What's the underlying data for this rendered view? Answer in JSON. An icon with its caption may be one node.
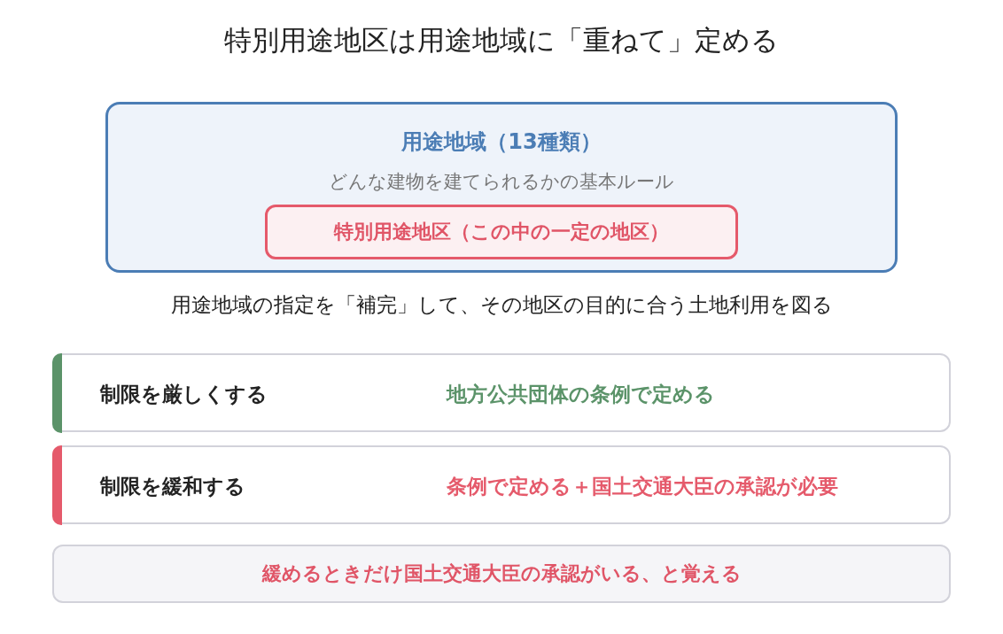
{
  "diagram": {
    "title": "特別用途地区は用途地域に「重ねて」定める",
    "nodes": [
      {
        "text": [
          "用途地域（13種類）",
          "どんな建物を建てられるかの基本ルール"
        ]
      },
      {
        "text": [
          "特別用途地区（この中の一定の地区）"
        ],
        "in": 0
      },
      {
        "text": [
          "制限を厳しくする",
          "地方公共団体の条例で定める"
        ]
      },
      {
        "text": [
          "制限を緩和する",
          "条例で定める＋国土交通大臣の承認が必要"
        ]
      },
      {
        "text": [
          "緩めるときだけ国土交通大臣の承認がいる、と覚える"
        ]
      }
    ],
    "labels": [
      "用途地域の指定を「補完」して、その地区の目的に合う土地利用を図る"
    ]
  }
}
